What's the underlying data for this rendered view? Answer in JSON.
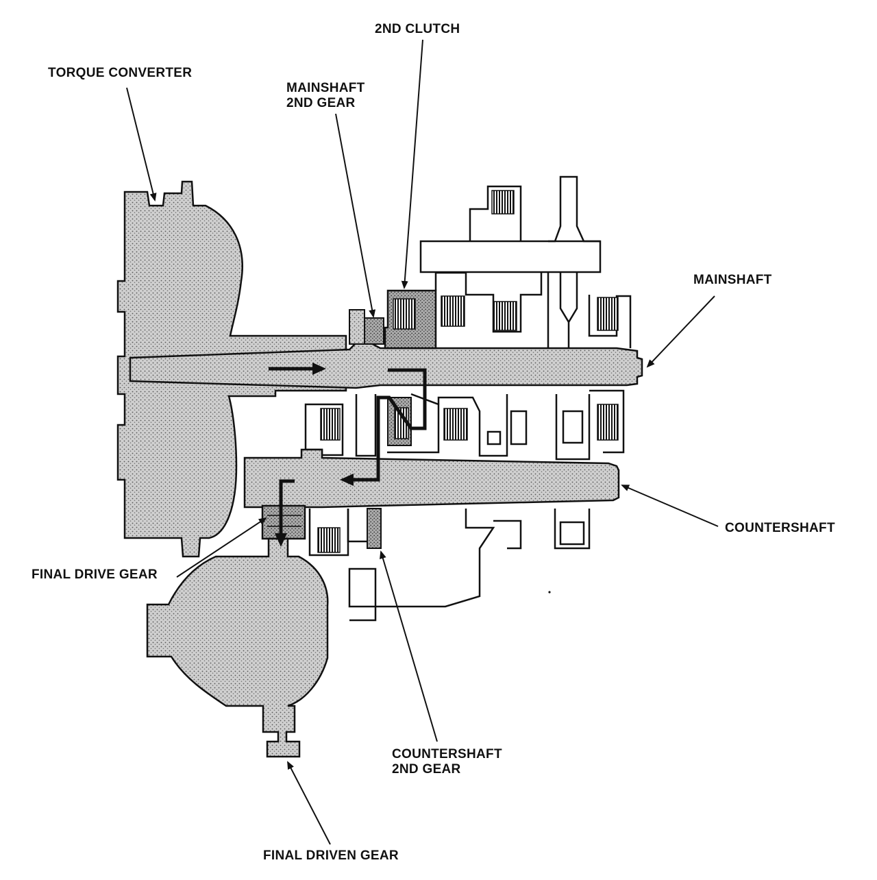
{
  "diagram": {
    "labels": {
      "torque_converter": "TORQUE CONVERTER",
      "second_clutch": "2ND CLUTCH",
      "mainshaft_2nd_gear": [
        "MAINSHAFT",
        "2ND GEAR"
      ],
      "mainshaft": "MAINSHAFT",
      "countershaft": "COUNTERSHAFT",
      "final_drive_gear": "FINAL DRIVE GEAR",
      "countershaft_2nd_gear": [
        "COUNTERSHAFT",
        "2ND GEAR"
      ],
      "final_driven_gear": "FINAL DRIVEN GEAR"
    },
    "colors": {
      "ink": "#111111",
      "stipple_fill": "#bdbdbd",
      "background": "#ffffff"
    }
  }
}
